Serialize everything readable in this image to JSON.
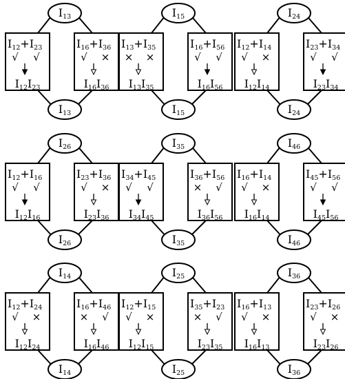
{
  "modules": [
    {
      "top": "13",
      "bottom": "13",
      "left": {
        "a": "12",
        "b": "23",
        "m1": "√",
        "m2": "√",
        "arrow": "solid",
        "r1": "12",
        "r2": "23"
      },
      "right": {
        "a": "16",
        "b": "36",
        "m1": "√",
        "m2": "×",
        "arrow": "hollow",
        "r1": "16",
        "r2": "36"
      }
    },
    {
      "top": "15",
      "bottom": "15",
      "left": {
        "a": "13",
        "b": "35",
        "m1": "×",
        "m2": "×",
        "arrow": "hollow",
        "r1": "13",
        "r2": "35"
      },
      "right": {
        "a": "16",
        "b": "56",
        "m1": "√",
        "m2": "√",
        "arrow": "solid",
        "r1": "16",
        "r2": "56"
      }
    },
    {
      "top": "24",
      "bottom": "24",
      "left": {
        "a": "12",
        "b": "14",
        "m1": "√",
        "m2": "×",
        "arrow": "hollow",
        "r1": "12",
        "r2": "14"
      },
      "right": {
        "a": "23",
        "b": "34",
        "m1": "√",
        "m2": "√",
        "arrow": "solid",
        "r1": "23",
        "r2": "34"
      }
    },
    {
      "top": "26",
      "bottom": "26",
      "left": {
        "a": "12",
        "b": "16",
        "m1": "√",
        "m2": "√",
        "arrow": "solid",
        "r1": "12",
        "r2": "16"
      },
      "right": {
        "a": "23",
        "b": "36",
        "m1": "√",
        "m2": "×",
        "arrow": "hollow",
        "r1": "23",
        "r2": "36"
      }
    },
    {
      "top": "35",
      "bottom": "35",
      "left": {
        "a": "34",
        "b": "45",
        "m1": "√",
        "m2": "√",
        "arrow": "solid",
        "r1": "34",
        "r2": "45"
      },
      "right": {
        "a": "36",
        "b": "56",
        "m1": "×",
        "m2": "√",
        "arrow": "hollow",
        "r1": "36",
        "r2": "56"
      }
    },
    {
      "top": "46",
      "bottom": "46",
      "left": {
        "a": "16",
        "b": "14",
        "m1": "√",
        "m2": "×",
        "arrow": "hollow",
        "r1": "16",
        "r2": "14"
      },
      "right": {
        "a": "45",
        "b": "56",
        "m1": "√",
        "m2": "√",
        "arrow": "solid",
        "r1": "45",
        "r2": "56"
      }
    },
    {
      "top": "14",
      "bottom": "14",
      "left": {
        "a": "12",
        "b": "24",
        "m1": "√",
        "m2": "×",
        "arrow": "hollow",
        "r1": "12",
        "r2": "24"
      },
      "right": {
        "a": "16",
        "b": "46",
        "m1": "×",
        "m2": "√",
        "arrow": "hollow",
        "r1": "16",
        "r2": "46"
      }
    },
    {
      "top": "25",
      "bottom": "25",
      "left": {
        "a": "12",
        "b": "15",
        "m1": "√",
        "m2": "×",
        "arrow": "hollow",
        "r1": "12",
        "r2": "15"
      },
      "right": {
        "a": "35",
        "b": "23",
        "m1": "×",
        "m2": "√",
        "arrow": "hollow",
        "r1": "23",
        "r2": "35"
      }
    },
    {
      "top": "36",
      "bottom": "36",
      "left": {
        "a": "16",
        "b": "13",
        "m1": "√",
        "m2": "×",
        "arrow": "hollow",
        "r1": "16",
        "r2": "13"
      },
      "right": {
        "a": "23",
        "b": "26",
        "m1": "√",
        "m2": "×",
        "arrow": "hollow",
        "r1": "23",
        "r2": "26"
      }
    }
  ],
  "symbols": {
    "letter": "I",
    "plus": "+"
  }
}
